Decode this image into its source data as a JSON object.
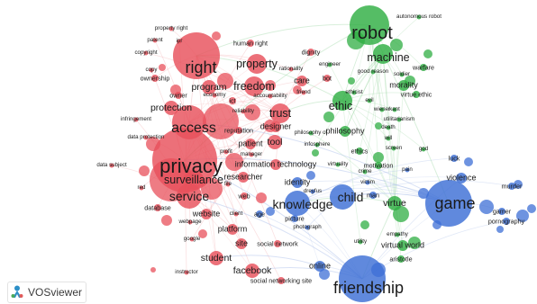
{
  "app": {
    "name": "VOSviewer"
  },
  "colors": {
    "cluster_red": "#e8505b",
    "cluster_green": "#2fae43",
    "cluster_blue": "#3d6fd6",
    "link_red": "#f2a8ad",
    "link_green": "#a9dcb0",
    "link_blue": "#a9bde8"
  },
  "clusters": [
    {
      "id": "red",
      "color": "#e8505b"
    },
    {
      "id": "green",
      "color": "#2fae43"
    },
    {
      "id": "blue",
      "color": "#3d6fd6"
    }
  ],
  "terms": [
    {
      "label": "privacy",
      "cluster": "red",
      "weight": 10
    },
    {
      "label": "right",
      "cluster": "red",
      "weight": 8
    },
    {
      "label": "access",
      "cluster": "red",
      "weight": 7
    },
    {
      "label": "service",
      "cluster": "red",
      "weight": 6
    },
    {
      "label": "surveillance",
      "cluster": "red",
      "weight": 5
    },
    {
      "label": "trust",
      "cluster": "red",
      "weight": 5
    },
    {
      "label": "property",
      "cluster": "red",
      "weight": 5
    },
    {
      "label": "freedom",
      "cluster": "red",
      "weight": 5
    },
    {
      "label": "protection",
      "cluster": "red",
      "weight": 4
    },
    {
      "label": "program",
      "cluster": "red",
      "weight": 4
    },
    {
      "label": "tool",
      "cluster": "red",
      "weight": 4
    },
    {
      "label": "student",
      "cluster": "red",
      "weight": 4
    },
    {
      "label": "facebook",
      "cluster": "red",
      "weight": 4
    },
    {
      "label": "platform",
      "cluster": "red",
      "weight": 3
    },
    {
      "label": "website",
      "cluster": "red",
      "weight": 3
    },
    {
      "label": "site",
      "cluster": "red",
      "weight": 3
    },
    {
      "label": "designer",
      "cluster": "red",
      "weight": 3
    },
    {
      "label": "researcher",
      "cluster": "red",
      "weight": 3
    },
    {
      "label": "patient",
      "cluster": "red",
      "weight": 3
    },
    {
      "label": "information technology",
      "cluster": "red",
      "weight": 3
    },
    {
      "label": "database",
      "cluster": "red",
      "weight": 2
    },
    {
      "label": "reputation",
      "cluster": "red",
      "weight": 2
    },
    {
      "label": "care",
      "cluster": "red",
      "weight": 3
    },
    {
      "label": "bot",
      "cluster": "red",
      "weight": 2
    },
    {
      "label": "dignity",
      "cluster": "red",
      "weight": 2
    },
    {
      "label": "human right",
      "cluster": "red",
      "weight": 2
    },
    {
      "label": "property right",
      "cluster": "red",
      "weight": 1
    },
    {
      "label": "patent",
      "cluster": "red",
      "weight": 1
    },
    {
      "label": "ipr",
      "cluster": "red",
      "weight": 1
    },
    {
      "label": "copyright",
      "cluster": "red",
      "weight": 1
    },
    {
      "label": "copy",
      "cluster": "red",
      "weight": 1
    },
    {
      "label": "ownership",
      "cluster": "red",
      "weight": 2
    },
    {
      "label": "owner",
      "cluster": "red",
      "weight": 2
    },
    {
      "label": "economy",
      "cluster": "red",
      "weight": 1
    },
    {
      "label": "ict",
      "cluster": "red",
      "weight": 2
    },
    {
      "label": "accountability",
      "cluster": "red",
      "weight": 1
    },
    {
      "label": "rationality",
      "cluster": "red",
      "weight": 1
    },
    {
      "label": "friend",
      "cluster": "red",
      "weight": 1
    },
    {
      "label": "infringement",
      "cluster": "red",
      "weight": 1
    },
    {
      "label": "reliability",
      "cluster": "red",
      "weight": 1
    },
    {
      "label": "data protection",
      "cluster": "red",
      "weight": 1
    },
    {
      "label": "profit",
      "cluster": "red",
      "weight": 1
    },
    {
      "label": "manager",
      "cluster": "red",
      "weight": 1
    },
    {
      "label": "data subject",
      "cluster": "red",
      "weight": 1
    },
    {
      "label": "file",
      "cluster": "red",
      "weight": 1
    },
    {
      "label": "red",
      "cluster": "red",
      "weight": 1
    },
    {
      "label": "web",
      "cluster": "red",
      "weight": 2
    },
    {
      "label": "client",
      "cluster": "red",
      "weight": 1
    },
    {
      "label": "webpage",
      "cluster": "red",
      "weight": 1
    },
    {
      "label": "google",
      "cluster": "red",
      "weight": 1
    },
    {
      "label": "instructor",
      "cluster": "red",
      "weight": 1
    },
    {
      "label": "social network",
      "cluster": "red",
      "weight": 2
    },
    {
      "label": "social networking site",
      "cluster": "red",
      "weight": 2
    },
    {
      "label": "robot",
      "cluster": "green",
      "weight": 9
    },
    {
      "label": "machine",
      "cluster": "green",
      "weight": 5
    },
    {
      "label": "ethic",
      "cluster": "green",
      "weight": 5
    },
    {
      "label": "warfare",
      "cluster": "green",
      "weight": 2
    },
    {
      "label": "autonomous robot",
      "cluster": "green",
      "weight": 1
    },
    {
      "label": "morality",
      "cluster": "green",
      "weight": 3
    },
    {
      "label": "good reason",
      "cluster": "green",
      "weight": 1
    },
    {
      "label": "soldier",
      "cluster": "green",
      "weight": 1
    },
    {
      "label": "virtue ethic",
      "cluster": "green",
      "weight": 2
    },
    {
      "label": "engineer",
      "cluster": "green",
      "weight": 1
    },
    {
      "label": "ethicist",
      "cluster": "green",
      "weight": 1
    },
    {
      "label": "wiener",
      "cluster": "green",
      "weight": 1
    },
    {
      "label": "kant",
      "cluster": "green",
      "weight": 1
    },
    {
      "label": "utilitarianism",
      "cluster": "green",
      "weight": 1
    },
    {
      "label": "philosophy",
      "cluster": "green",
      "weight": 3
    },
    {
      "label": "death",
      "cluster": "green",
      "weight": 1
    },
    {
      "label": "will",
      "cluster": "green",
      "weight": 1
    },
    {
      "label": "screen",
      "cluster": "green",
      "weight": 1
    },
    {
      "label": "ethics",
      "cluster": "green",
      "weight": 2
    },
    {
      "label": "motivation",
      "cluster": "green",
      "weight": 2
    },
    {
      "label": "virtue",
      "cluster": "green",
      "weight": 4
    },
    {
      "label": "virtual world",
      "cluster": "green",
      "weight": 3
    },
    {
      "label": "aristotle",
      "cluster": "green",
      "weight": 2
    },
    {
      "label": "empathy",
      "cluster": "green",
      "weight": 1
    },
    {
      "label": "utility",
      "cluster": "green",
      "weight": 1
    },
    {
      "label": "philosophy of",
      "cluster": "green",
      "weight": 1
    },
    {
      "label": "infosphere",
      "cluster": "green",
      "weight": 1
    },
    {
      "label": "evil",
      "cluster": "green",
      "weight": 1
    },
    {
      "label": "god",
      "cluster": "green",
      "weight": 1
    },
    {
      "label": "virtuality",
      "cluster": "green",
      "weight": 1
    },
    {
      "label": "crime",
      "cluster": "green",
      "weight": 1
    },
    {
      "label": "game",
      "cluster": "blue",
      "weight": 8
    },
    {
      "label": "friendship",
      "cluster": "blue",
      "weight": 8
    },
    {
      "label": "knowledge",
      "cluster": "blue",
      "weight": 6
    },
    {
      "label": "child",
      "cluster": "blue",
      "weight": 6
    },
    {
      "label": "identity",
      "cluster": "blue",
      "weight": 3
    },
    {
      "label": "violence",
      "cluster": "blue",
      "weight": 3
    },
    {
      "label": "luck",
      "cluster": "blue",
      "weight": 2
    },
    {
      "label": "murder",
      "cluster": "blue",
      "weight": 2
    },
    {
      "label": "gamer",
      "cluster": "blue",
      "weight": 2
    },
    {
      "label": "pornography",
      "cluster": "blue",
      "weight": 2
    },
    {
      "label": "pain",
      "cluster": "blue",
      "weight": 1
    },
    {
      "label": "man",
      "cluster": "blue",
      "weight": 2
    },
    {
      "label": "victim",
      "cluster": "blue",
      "weight": 1
    },
    {
      "label": "age",
      "cluster": "blue",
      "weight": 2
    },
    {
      "label": "picture",
      "cluster": "blue",
      "weight": 2
    },
    {
      "label": "photograph",
      "cluster": "blue",
      "weight": 1
    },
    {
      "label": "dreyfus",
      "cluster": "blue",
      "weight": 1
    },
    {
      "label": "online",
      "cluster": "blue",
      "weight": 3
    }
  ]
}
